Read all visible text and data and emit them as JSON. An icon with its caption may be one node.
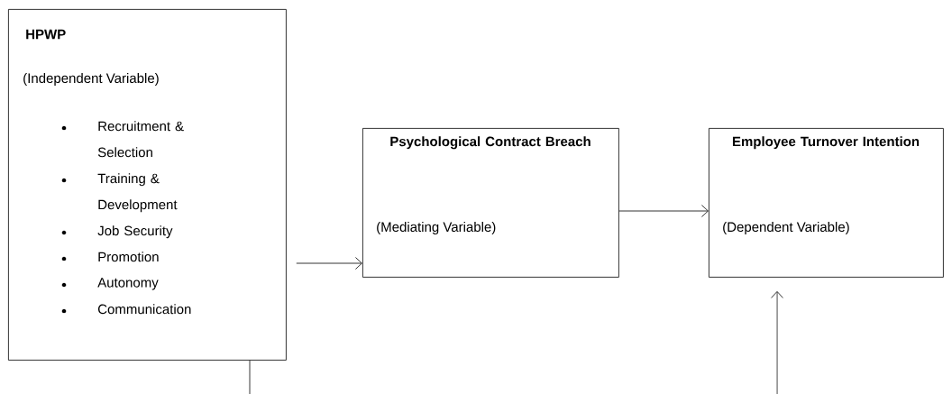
{
  "diagram": {
    "nodes": [
      {
        "text": [
          "HPWP",
          "(Independent Variable)",
          "Recruitment & Selection",
          "Training & Development",
          "Job Security",
          "Promotion",
          "Autonomy",
          "Communication"
        ]
      },
      {
        "text": [
          "Psychological Contract Breach",
          "(Mediating Variable)"
        ]
      },
      {
        "text": [
          "Employee Turnover Intention",
          "(Dependent Variable)"
        ]
      }
    ],
    "edges": [
      {
        "from": 0,
        "to": 1,
        "arrow": "to"
      },
      {
        "from": 1,
        "to": 2,
        "arrow": "to"
      },
      {
        "from": 0,
        "to": null,
        "arrow": "none"
      },
      {
        "from": null,
        "to": 2,
        "arrow": "to"
      }
    ]
  }
}
